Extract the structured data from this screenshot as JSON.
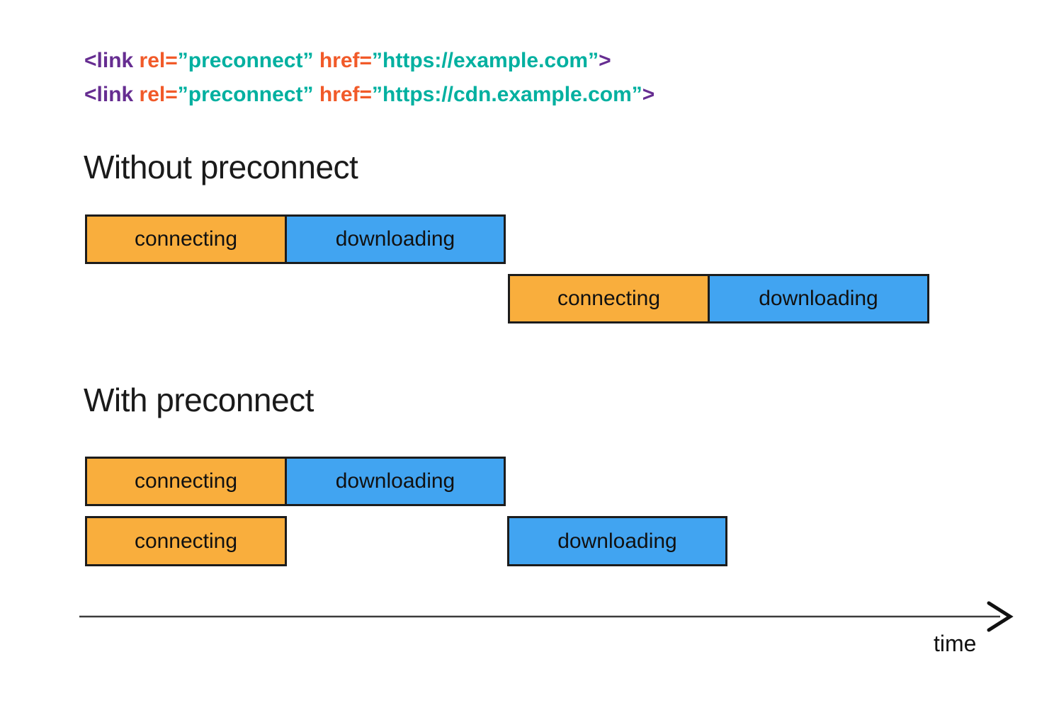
{
  "palette": {
    "code-purple": "#662D91",
    "code-orange": "#F15A29",
    "code-teal": "#00B0A0",
    "bar-orange": "#F9AE3D",
    "bar-blue": "#41A4F1",
    "bar-border": "#1C1C1C",
    "text-black": "#1A1A1A",
    "axis-gray": "#3C3C3C"
  },
  "code": {
    "lines": [
      {
        "tokens": [
          {
            "text": "<link",
            "color": "purple"
          },
          {
            "text": " rel=",
            "color": "orange"
          },
          {
            "text": "”preconnect”",
            "color": "teal"
          },
          {
            "text": " href=",
            "color": "orange"
          },
          {
            "text": "”https://example.com”",
            "color": "teal"
          },
          {
            "text": ">",
            "color": "purple"
          }
        ]
      },
      {
        "tokens": [
          {
            "text": "<link",
            "color": "purple"
          },
          {
            "text": " rel=",
            "color": "orange"
          },
          {
            "text": "”preconnect”",
            "color": "teal"
          },
          {
            "text": " href=",
            "color": "orange"
          },
          {
            "text": "”https://cdn.example.com”",
            "color": "teal"
          },
          {
            "text": ">",
            "color": "purple"
          }
        ]
      }
    ]
  },
  "sections": [
    {
      "heading": "Without preconnect",
      "rows": [
        {
          "bars": [
            {
              "label": "connecting"
            },
            {
              "label": "downloading"
            }
          ]
        },
        {
          "bars": [
            {
              "label": "connecting"
            },
            {
              "label": "downloading"
            }
          ]
        }
      ]
    },
    {
      "heading": "With preconnect",
      "rows": [
        {
          "bars": [
            {
              "label": "connecting"
            },
            {
              "label": "downloading"
            }
          ]
        },
        {
          "bars": [
            {
              "label": "connecting"
            },
            {
              "label": "downloading"
            }
          ]
        }
      ]
    }
  ],
  "axis": {
    "label": "time"
  }
}
